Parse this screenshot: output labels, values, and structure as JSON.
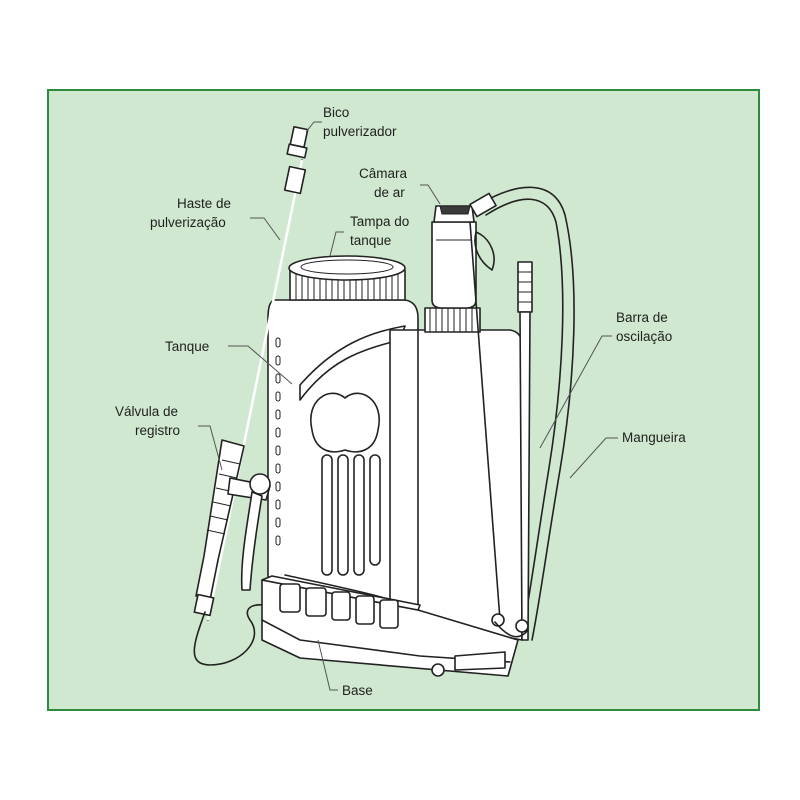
{
  "colors": {
    "panel_background": "#cfe8cf",
    "panel_border": "#2f8a3e",
    "line": "#222222",
    "label_text": "#1f1f1f"
  },
  "labels": {
    "bico": {
      "line1": "Bico",
      "line2": "pulverizador"
    },
    "camara": {
      "line1": "Câmara",
      "line2": "de ar"
    },
    "haste": {
      "line1": "Haste de",
      "line2": "pulverização"
    },
    "tampa": {
      "line1": "Tampa do",
      "line2": "tanque"
    },
    "tanque": {
      "line1": "Tanque"
    },
    "barra": {
      "line1": "Barra de",
      "line2": "oscilação"
    },
    "valvula": {
      "line1": "Válvula de",
      "line2": "registro"
    },
    "mangueira": {
      "line1": "Mangueira"
    },
    "base": {
      "line1": "Base"
    }
  }
}
